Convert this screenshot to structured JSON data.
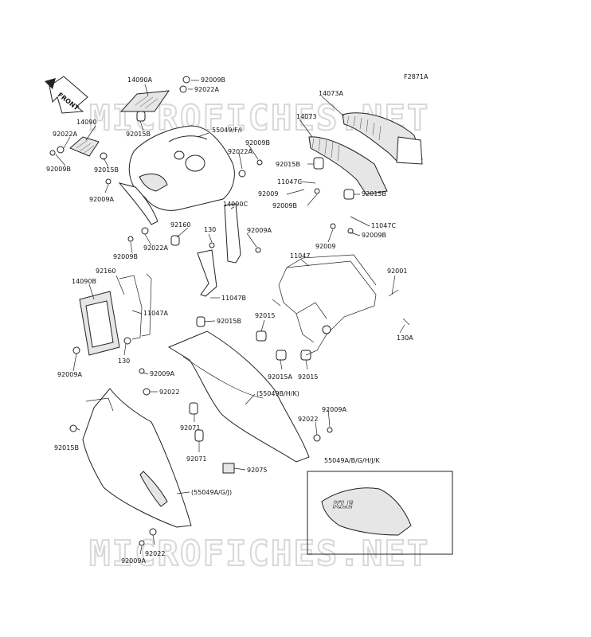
{
  "figure_code": "F2871A",
  "front_arrow_label": "FRONT",
  "watermark_text": "MICROFICHES.NET",
  "inset_label": "55049A/B/G/H/J/K",
  "parts": [
    "14090A",
    "92009B",
    "92022A",
    "14090",
    "92022A",
    "92009B",
    "92015B",
    "92015B",
    "55049/F/I",
    "92009B",
    "92022A",
    "92009A",
    "14073A",
    "14073",
    "92015B",
    "11047C",
    "92009",
    "92009B",
    "92015B",
    "92160",
    "14090C",
    "130",
    "92009A",
    "92009B",
    "92022A",
    "11047C",
    "92009",
    "92009B",
    "11047",
    "92001",
    "92160",
    "14090B",
    "11047B",
    "11047A",
    "92015B",
    "92015",
    "130A",
    "130",
    "92009A",
    "92009A",
    "92015A",
    "92015",
    "92022",
    "(55049B/H/K)",
    "92071",
    "92022",
    "92009A",
    "92015B",
    "92071",
    "92075",
    "(55049A/G/J)",
    "92022",
    "92009A"
  ]
}
